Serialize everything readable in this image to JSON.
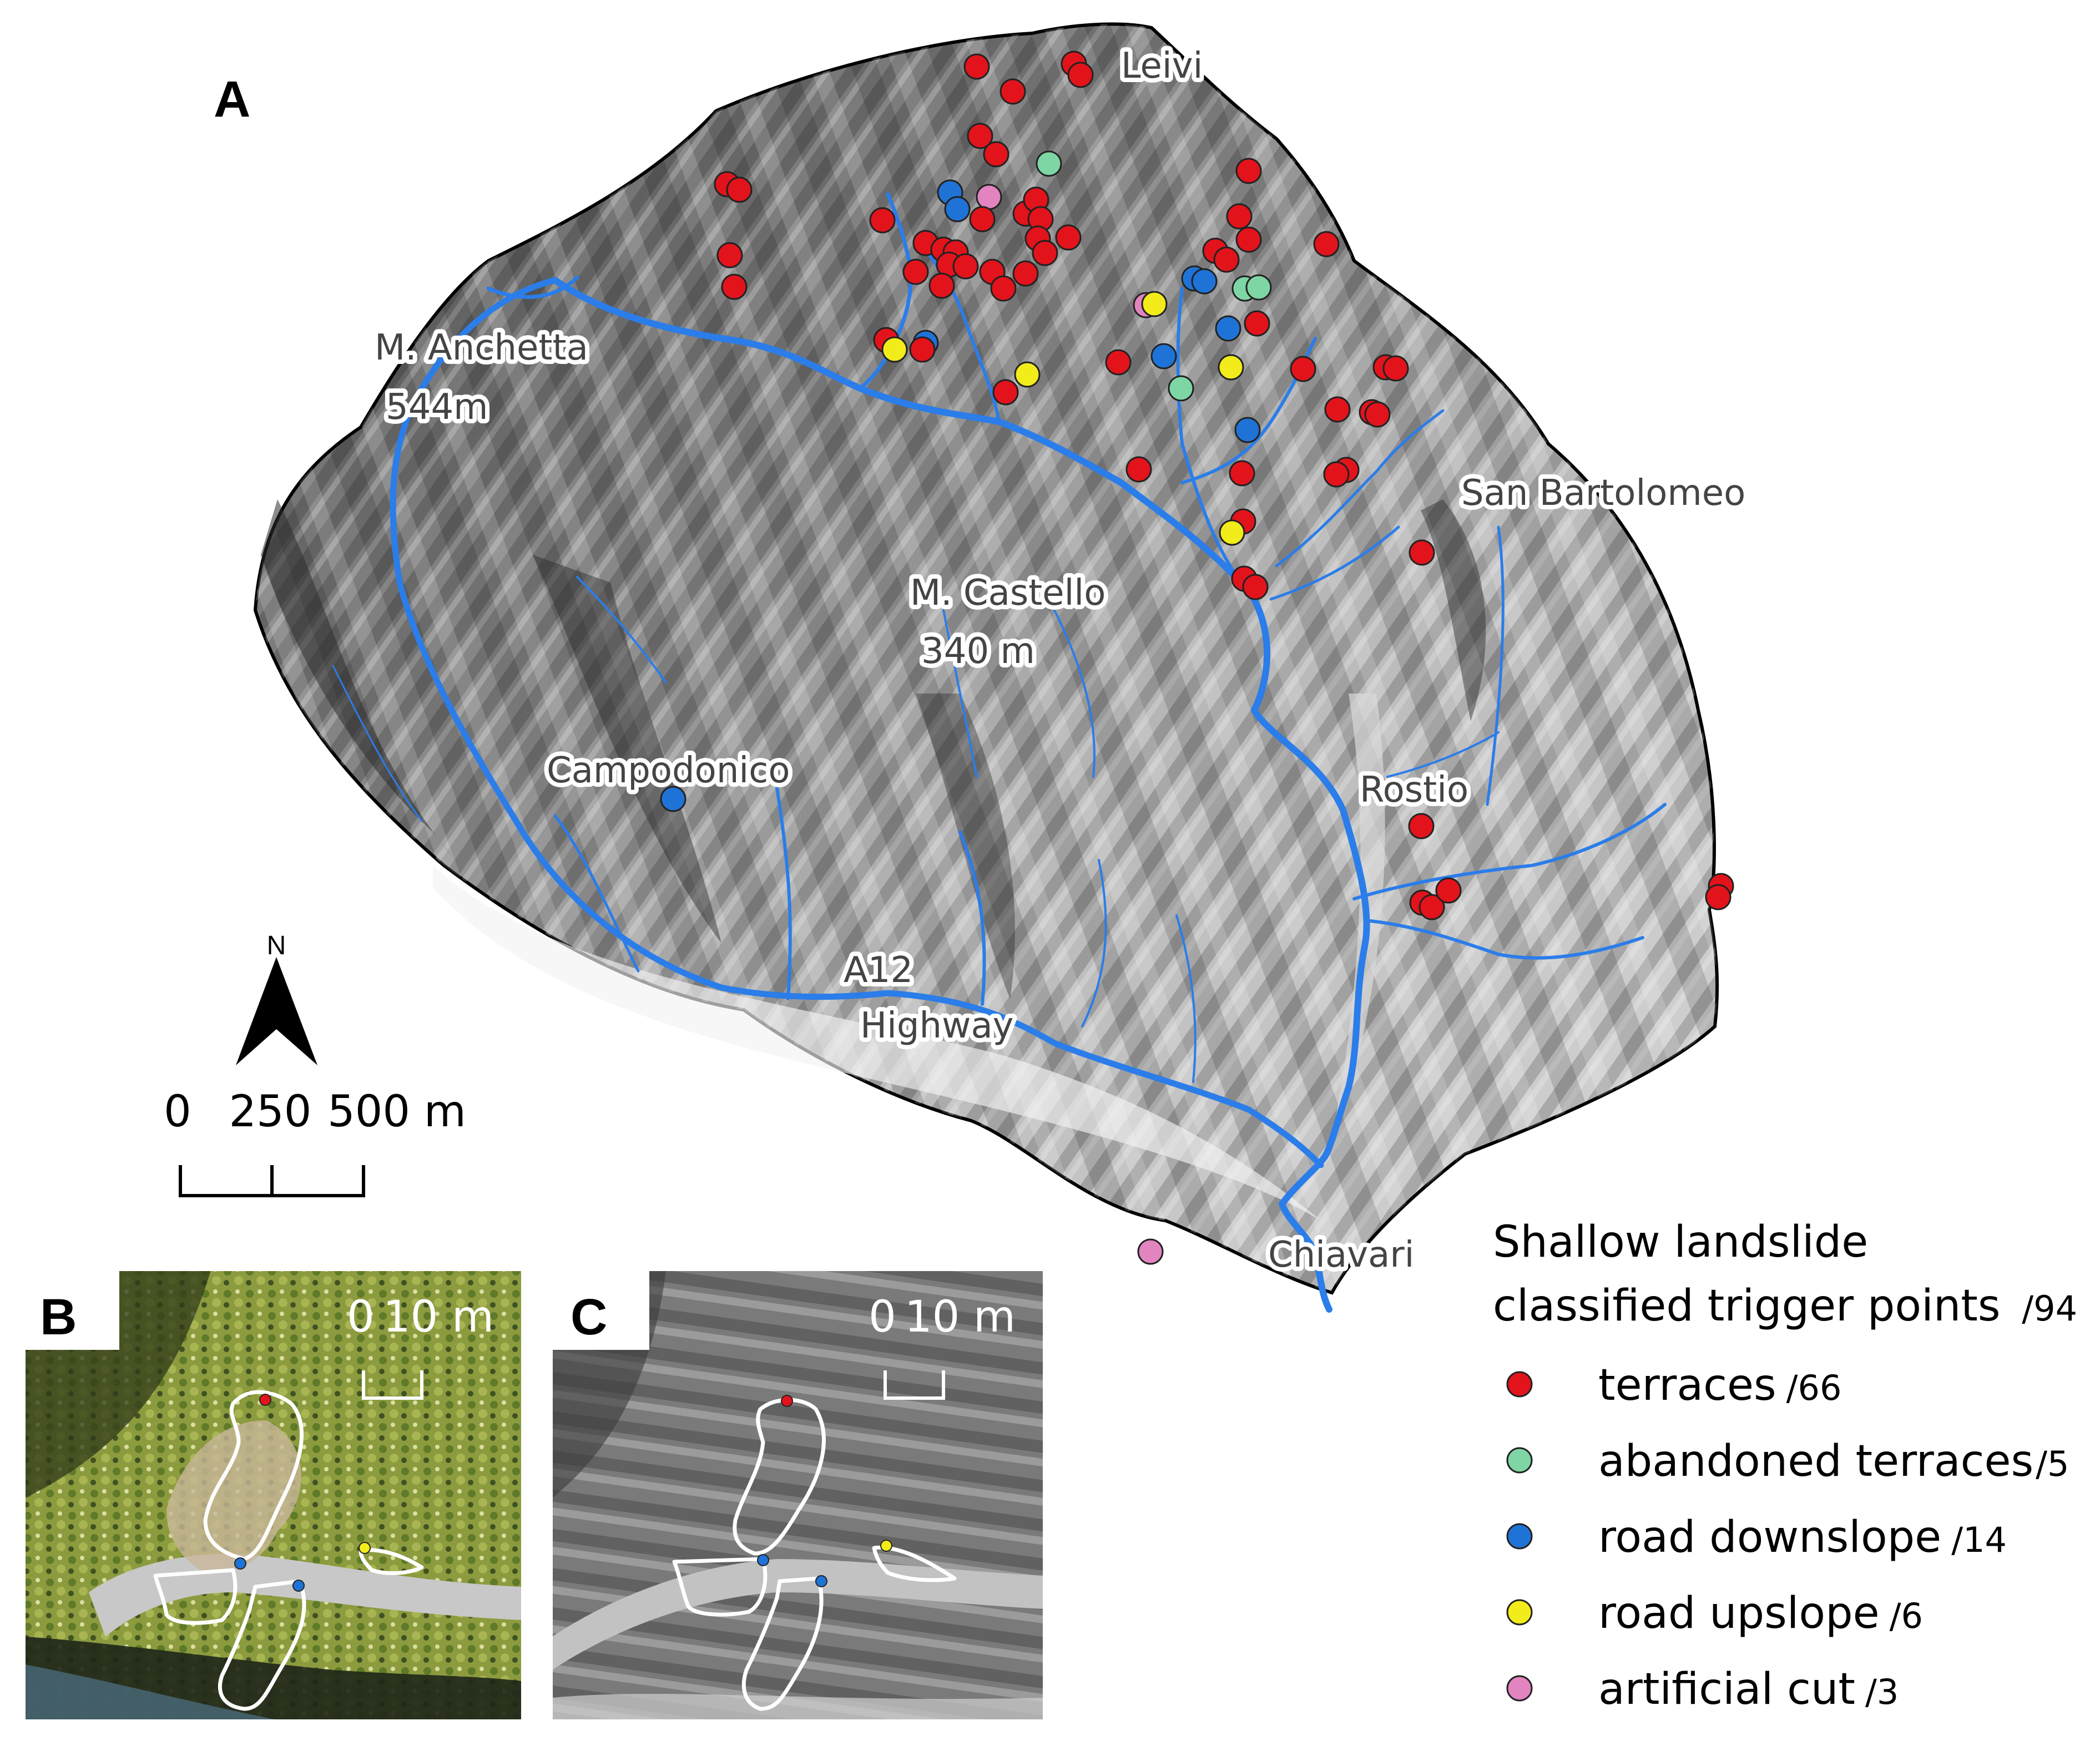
{
  "panels": {
    "a": "A",
    "b": "B",
    "c": "C"
  },
  "places": {
    "leivi": "Leivi",
    "anchetta_name": "M. Anchetta",
    "anchetta_elev": "544m",
    "san_bartolomeo": "San Bartolomeo",
    "castello_name": "M. Castello",
    "castello_elev": "340 m",
    "campodonico": "Campodonico",
    "rostio": "Rostio",
    "a12": "A12",
    "highway": "Highway",
    "chiavari": "Chiavari"
  },
  "north_arrow": {
    "label": "N",
    "icon": "north-arrow-icon"
  },
  "scale_main": {
    "ticks": [
      "0",
      "250",
      "500 m"
    ]
  },
  "scale_b": {
    "ticks": [
      "0",
      "10 m"
    ]
  },
  "scale_c": {
    "ticks": [
      "0",
      "10 m"
    ]
  },
  "legend": {
    "title_line1": "Shallow landslide",
    "title_line2": "classified trigger points",
    "title_count": "/94",
    "items": [
      {
        "label": "terraces",
        "count": "/66",
        "color": "#e3131b"
      },
      {
        "label": "abandoned terraces",
        "count": "/5",
        "color": "#7ed6a5"
      },
      {
        "label": "road downslope",
        "count": "/14",
        "color": "#1f73d6"
      },
      {
        "label": "road upslope",
        "count": "/6",
        "color": "#f2ec1a"
      },
      {
        "label": "artificial cut",
        "count": "/3",
        "color": "#e184c0"
      }
    ]
  },
  "colors": {
    "river": "#2b7de9",
    "catchment_outline": "#000000",
    "polygon_outline": "#ffffff"
  }
}
